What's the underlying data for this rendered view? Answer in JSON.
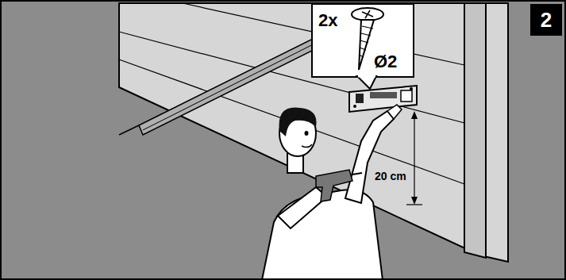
{
  "diagram": {
    "nodes": [
      {
        "text": [
          "2x",
          "Ø2"
        ]
      },
      {
        "text": [
          "2"
        ]
      }
    ],
    "labels": [
      "20 cm"
    ]
  }
}
